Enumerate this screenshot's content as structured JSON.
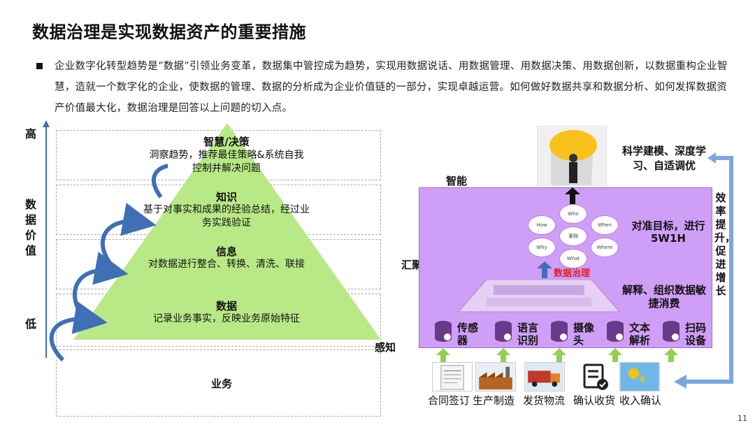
{
  "title": "数据治理是实现数据资产的重要措施",
  "intro": "企业数字化转型趋势是“数据”引领业务变革，数据集中管控成为趋势，实现用数据说话、用数据管理、用数据决策、用数据创新，以数据重构企业智慧，造就一个数字化的企业，使数据的管理、数据的分析成为企业价值链的一部分，实现卓越运营。如何做好数据共享和数据分析、如何发挥数据资产价值最大化，数据治理是回答以上问题的切入点。",
  "axis": {
    "high": "高",
    "value_label": "数据价值",
    "low": "低"
  },
  "pyramid": {
    "levels": [
      {
        "title": "智慧/决策",
        "desc": "洞察趋势，推荐最佳策略&系统自我控制并解决问题"
      },
      {
        "title": "知识",
        "desc": "基于对事实和成果的经验总结，经过业务实践验证"
      },
      {
        "title": "信息",
        "desc": "对数据进行整合、转换、清洗、联接"
      },
      {
        "title": "数据",
        "desc": "记录业务事实，反映业务原始特征"
      }
    ],
    "business": "业务",
    "sense": "感知"
  },
  "right": {
    "intelligent": "智能",
    "aggregate": "汇聚/联接",
    "modeling": "科学建模、深度学习、自适调优",
    "target": "对准目标，进行5W1H",
    "explain": "解释、组织数据敏捷消费",
    "efficiency": "效率提升，促进增长",
    "governance": "数据治理",
    "center_node": "事物",
    "nodes": [
      "Who",
      "When",
      "Where",
      "What",
      "Why",
      "How"
    ],
    "sources": [
      "传感器",
      "语言识别",
      "摄像头",
      "文本解析",
      "扫码设备"
    ],
    "business_items": [
      "合同签订",
      "生产制造",
      "发货物流",
      "确认收货",
      "收入确认"
    ]
  },
  "page_number": "11",
  "colors": {
    "pyramid": "#b8e986",
    "panel": "#cf9ef7",
    "arrow_blue": "#3f6fb5",
    "arrow_green": "#92d050",
    "governance_red": "#e02020"
  }
}
